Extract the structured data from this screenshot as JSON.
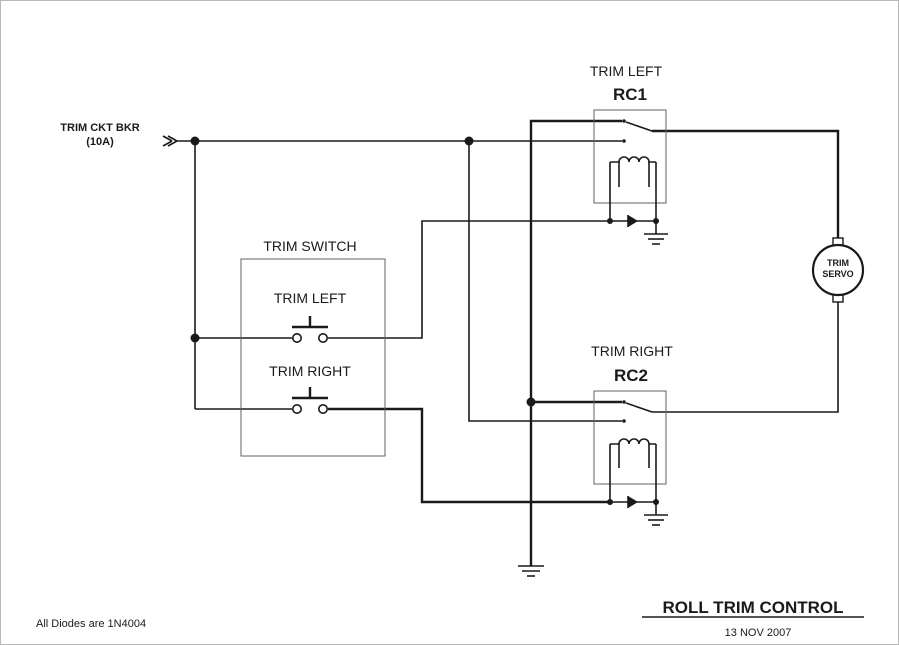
{
  "breaker": {
    "label_line1": "TRIM CKT BKR",
    "label_line2": "(10A)"
  },
  "switch": {
    "title": "TRIM SWITCH",
    "left_label": "TRIM LEFT",
    "right_label": "TRIM RIGHT"
  },
  "relay1": {
    "caption": "TRIM LEFT",
    "name": "RC1"
  },
  "relay2": {
    "caption": "TRIM RIGHT",
    "name": "RC2"
  },
  "servo": {
    "line1": "TRIM",
    "line2": "SERVO"
  },
  "footer": {
    "note": "All Diodes are 1N4004",
    "title": "ROLL TRIM CONTROL",
    "date": "13 NOV 2007"
  }
}
